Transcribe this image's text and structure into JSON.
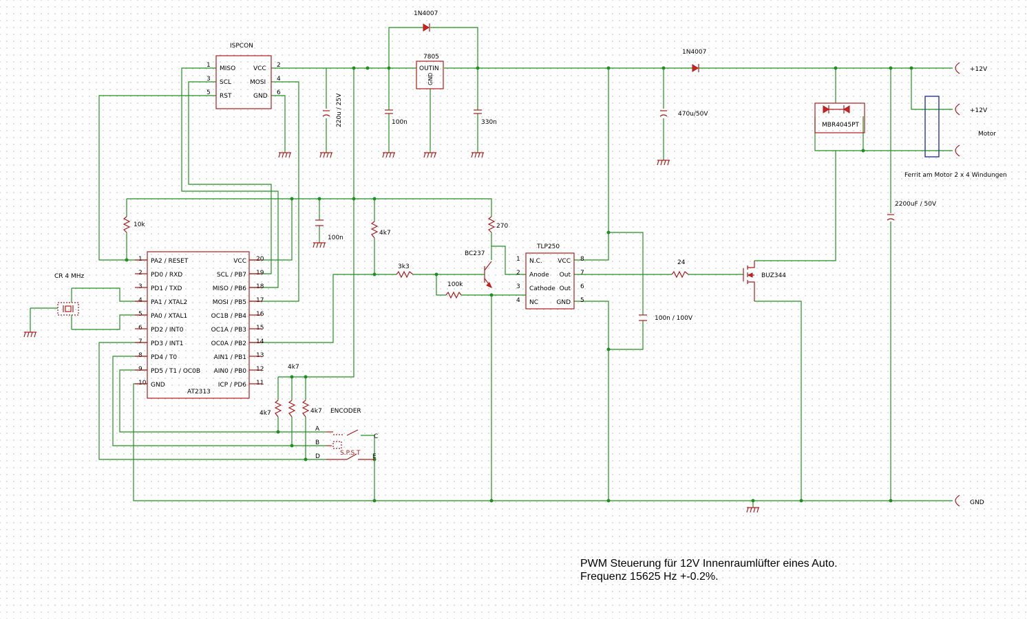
{
  "ispcon": {
    "name": "ISPCON",
    "pins_left": [
      "MISO",
      "SCL",
      "RST"
    ],
    "pins_right": [
      "VCC",
      "MOSI",
      "GND"
    ],
    "nums_left": [
      "1",
      "3",
      "5"
    ],
    "nums_right": [
      "2",
      "4",
      "6"
    ]
  },
  "mcu": {
    "name": "AT2313",
    "pins_left": [
      "PA2 / RESET",
      "PD0 / RXD",
      "PD1 / TXD",
      "PA1 / XTAL2",
      "PA0 / XTAL1",
      "PD2 / INT0",
      "PD3 / INT1",
      "PD4 / T0",
      "PD5 / T1 / OC0B",
      "GND"
    ],
    "nums_left": [
      "1",
      "2",
      "3",
      "4",
      "5",
      "6",
      "7",
      "8",
      "9",
      "10"
    ],
    "pins_right": [
      "VCC",
      "SCL / PB7",
      "MISO / PB6",
      "MOSI / PB5",
      "OC1B / PB4",
      "OC1A / PB3",
      "OC0A / PB2",
      "AIN1 / PB1",
      "AIN0 / PB0",
      "ICP / PD6"
    ],
    "nums_right": [
      "20",
      "19",
      "18",
      "17",
      "16",
      "15",
      "14",
      "13",
      "12",
      "11"
    ]
  },
  "regulator": {
    "name": "7805",
    "out": "OUTIN",
    "gnd": "GND"
  },
  "optocoupler": {
    "name": "TLP250",
    "pins_left": [
      "N.C.",
      "Anode",
      "Cathode",
      "NC"
    ],
    "nums_left": [
      "1",
      "2",
      "3",
      "4"
    ],
    "pins_right": [
      "VCC",
      "Out",
      "Out",
      "GND"
    ],
    "nums_right": [
      "8",
      "7",
      "6",
      "5"
    ]
  },
  "labels": {
    "diode_top": "1N4007",
    "diode_right": "1N4007",
    "cap_220u": "220u / 25V",
    "cap_100n_a": "100n",
    "cap_330n": "330n",
    "cap_470u": "470u/50V",
    "cap_100n_b": "100n",
    "res_10k": "10k",
    "res_4k7_a": "4k7",
    "res_270": "270",
    "transistor": "BC237",
    "res_3k3": "3k3",
    "res_100k": "100k",
    "res_24": "24",
    "mosfet": "BUZ344",
    "cap_100n_100v": "100n / 100V",
    "crystal": "CR 4 MHz",
    "res_4k7_b": "4k7",
    "res_4k7_c": "4k7",
    "res_4k7_d": "4k7",
    "encoder": "ENCODER",
    "enc_a": "A",
    "enc_b": "B",
    "enc_d": "D",
    "enc_c": "C",
    "enc_e": "E",
    "spst": "S.P.S.T",
    "schottky": "MBR4045PT",
    "cap_2200u": "2200uF / 50V",
    "conn_12v_a": "+12V",
    "conn_12v_b": "+12V",
    "motor": "Motor",
    "ferrit": "Ferrit am Motor 2 x 4 Windungen",
    "gnd": "GND"
  },
  "note": {
    "line1": "PWM Steuerung für 12V Innenraumlüfter eines Auto.",
    "line2": "Frequenz 15625 Hz +-0.2%."
  },
  "colors": {
    "wire": "#1f8f1f",
    "component": "#b01818"
  }
}
